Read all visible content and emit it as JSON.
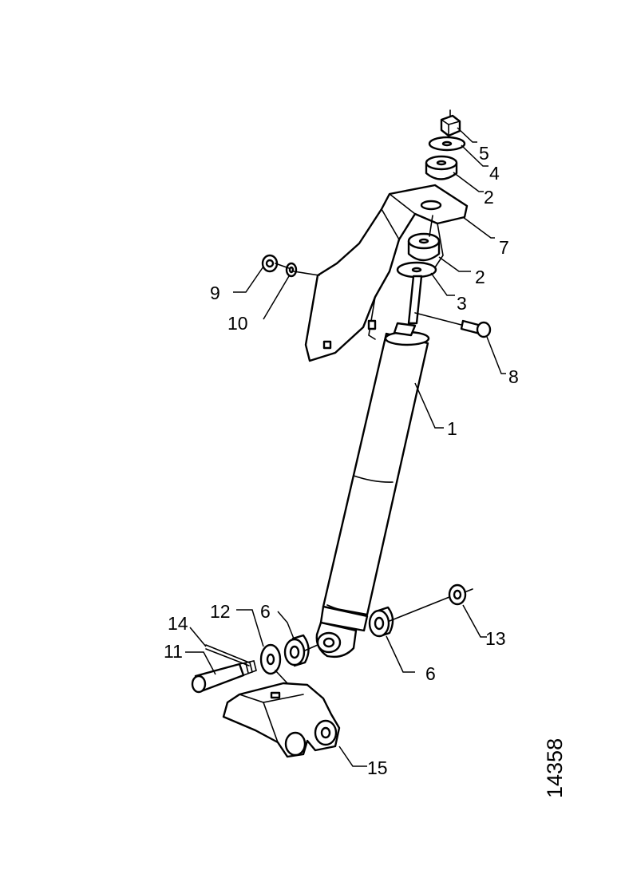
{
  "diagram": {
    "callouts": [
      {
        "id": "c5",
        "label": "5"
      },
      {
        "id": "c4",
        "label": "4"
      },
      {
        "id": "c2a",
        "label": "2"
      },
      {
        "id": "c7",
        "label": "7"
      },
      {
        "id": "c2b",
        "label": "2"
      },
      {
        "id": "c3",
        "label": "3"
      },
      {
        "id": "c9",
        "label": "9"
      },
      {
        "id": "c10",
        "label": "10"
      },
      {
        "id": "c8",
        "label": "8"
      },
      {
        "id": "c1",
        "label": "1"
      },
      {
        "id": "c6a",
        "label": "6"
      },
      {
        "id": "c12",
        "label": "12"
      },
      {
        "id": "c14",
        "label": "14"
      },
      {
        "id": "c11",
        "label": "11"
      },
      {
        "id": "c13",
        "label": "13"
      },
      {
        "id": "c6b",
        "label": "6"
      },
      {
        "id": "c15",
        "label": "15"
      }
    ],
    "reference_number": "14358"
  }
}
